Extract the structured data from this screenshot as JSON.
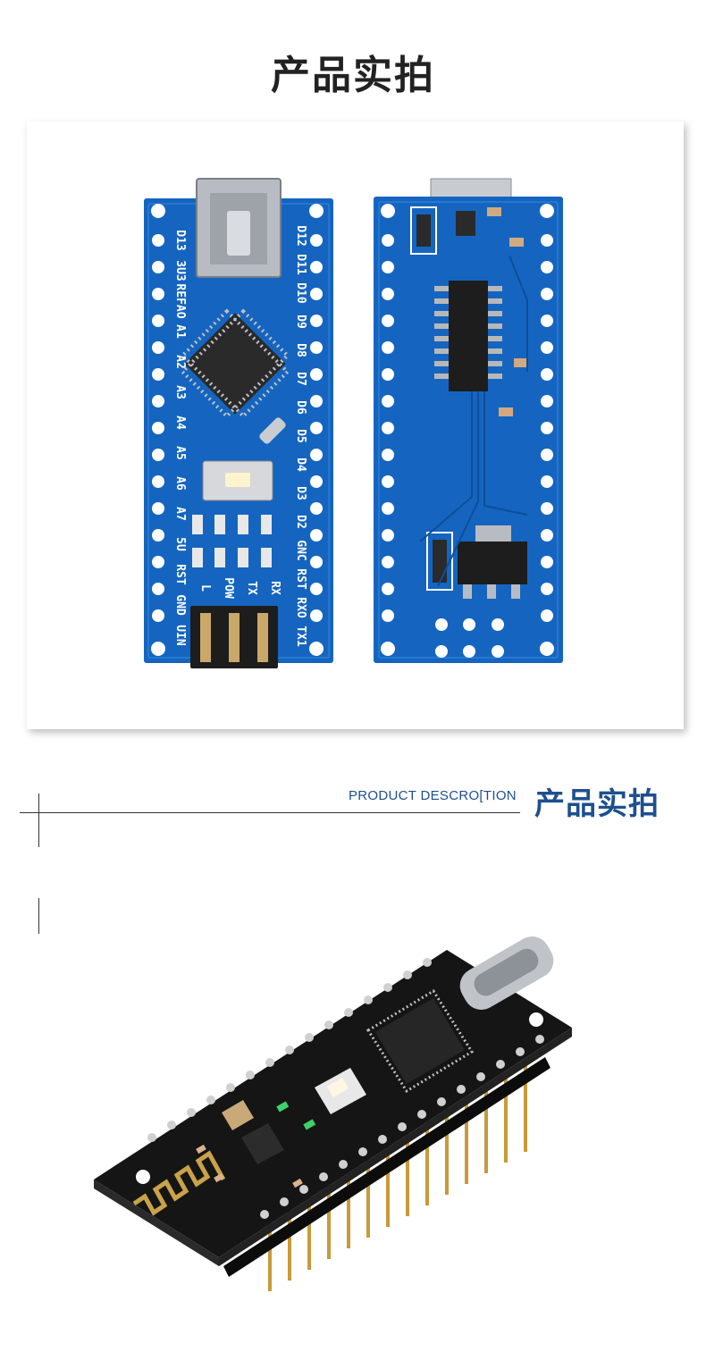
{
  "header": {
    "title": "产品实拍"
  },
  "board_front": {
    "left_pins": [
      "D13",
      "3U3",
      "REFAO",
      "A1",
      "A2",
      "A3",
      "A4",
      "A5",
      "A6",
      "A7",
      "5U",
      "RST",
      "GND",
      "UIN"
    ],
    "right_pins": [
      "D12",
      "D11",
      "D10",
      "D9",
      "D8",
      "D7",
      "D6",
      "D5",
      "D4",
      "D3",
      "D2",
      "GNC",
      "RST",
      "RXO",
      "TX1"
    ],
    "led_labels": [
      "L",
      "POW",
      "TX",
      "RX"
    ]
  },
  "section": {
    "en_title": "PRODUCT DESCRO[TION",
    "cn_title": "产品实拍"
  },
  "colors": {
    "pcb_blue": "#1565c0",
    "pcb_black": "#121212",
    "accent": "#1e4f8f"
  }
}
